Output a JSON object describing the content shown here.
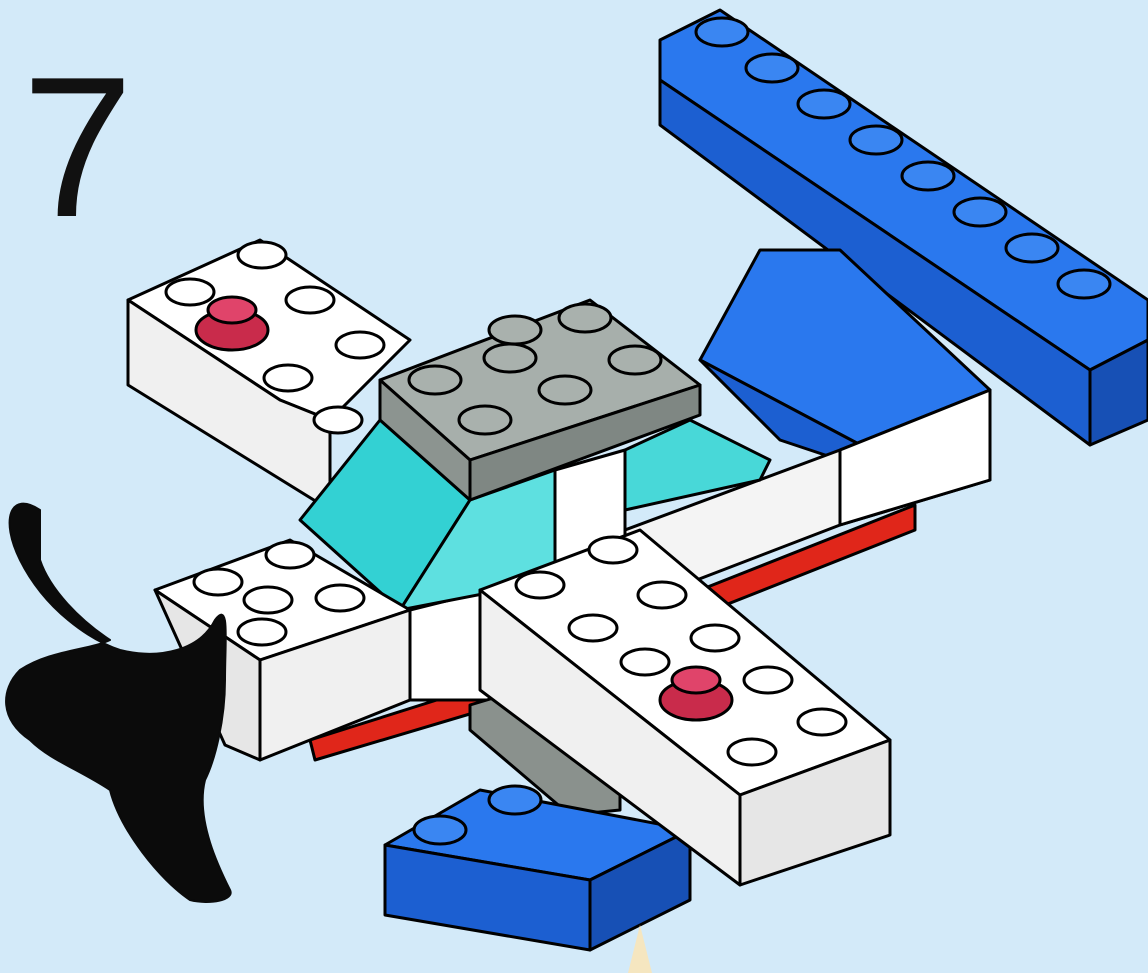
{
  "step": {
    "number": "7"
  },
  "colors": {
    "background": "#d3eaf9",
    "brick_white": "#ffffff",
    "brick_blue": "#1e63d8",
    "brick_gray": "#9aa39e",
    "canopy_trans_cyan": "#3fdcdc",
    "brick_red": "#e0261a",
    "plate_pink": "#d9365a",
    "propeller_black": "#0b0b0b",
    "outline": "#000000"
  },
  "parts": [
    "blue-tail-stabilizer-brick",
    "blue-tail-fin-slope",
    "white-upper-left-wing",
    "white-lower-right-wing",
    "white-fuselage",
    "trans-cyan-windscreen",
    "gray-cockpit-plate",
    "red-underside-plates",
    "pink-round-wing-studs",
    "blue-landing-gear-brick",
    "black-propeller"
  ]
}
